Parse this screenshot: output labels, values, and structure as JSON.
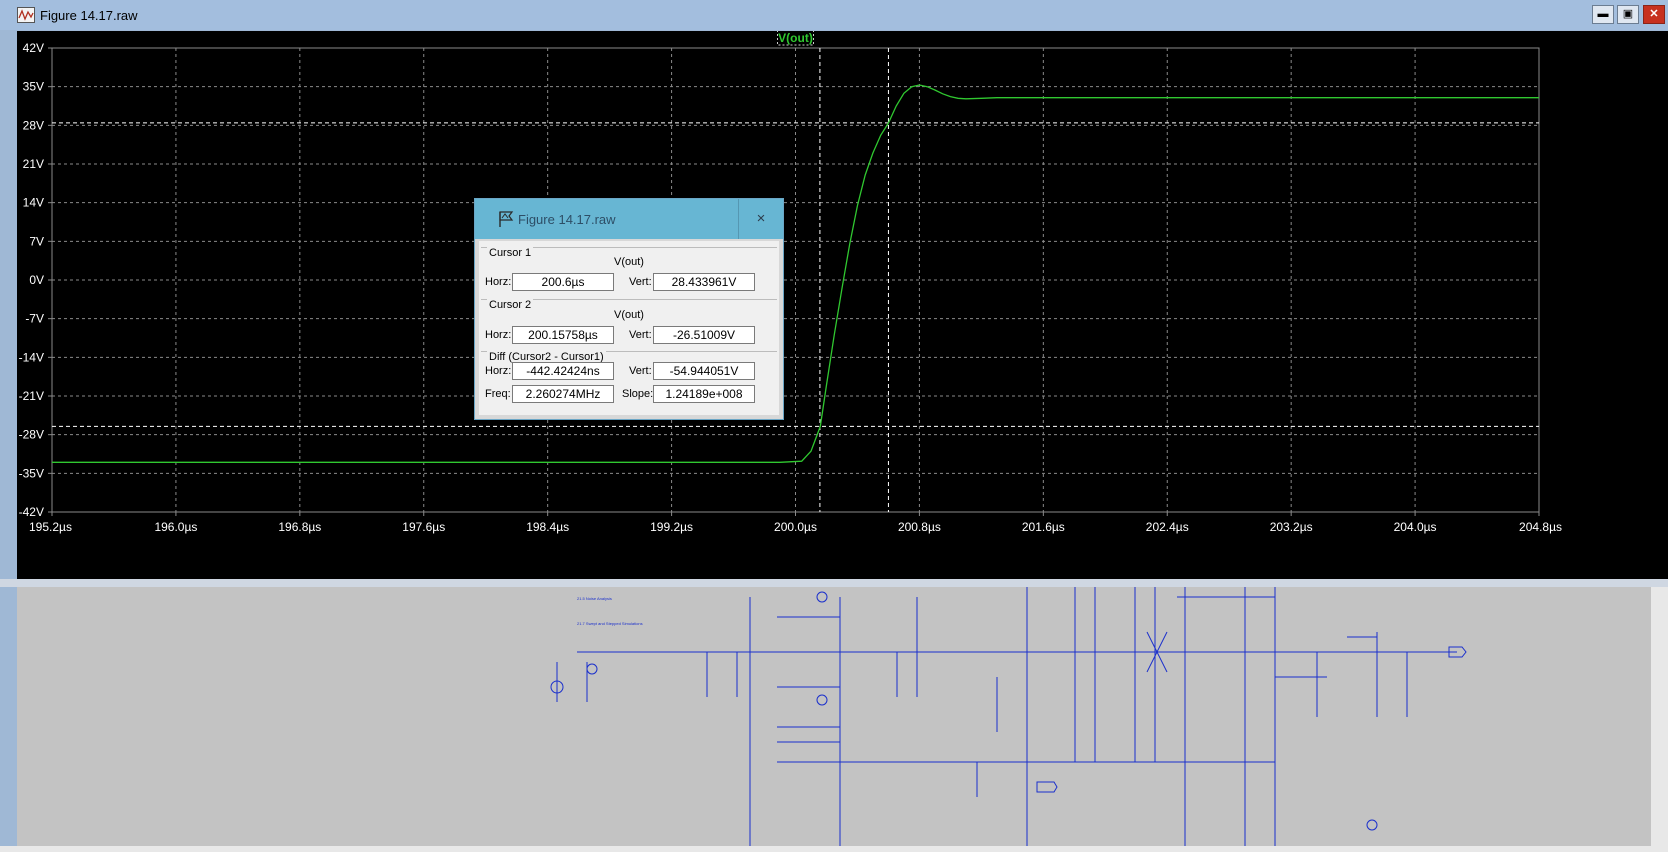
{
  "window": {
    "title": "Figure 14.17.raw",
    "minimize": "▬",
    "maximize": "▣",
    "close": "✕"
  },
  "colors": {
    "trace": "#30c830",
    "grid": "#8a8a8a",
    "axis_text": "#ffffff",
    "background": "#000000",
    "title_bar": "#a3bede"
  },
  "plot": {
    "trace_label": "V(out)"
  },
  "chart_data": {
    "type": "line",
    "title": "",
    "xlabel": "",
    "ylabel": "",
    "x_unit": "µs",
    "y_unit": "V",
    "xlim": [
      195.2,
      204.8
    ],
    "ylim": [
      -42,
      42
    ],
    "x_ticks": [
      "195.2µs",
      "196.0µs",
      "196.8µs",
      "197.6µs",
      "198.4µs",
      "199.2µs",
      "200.0µs",
      "200.8µs",
      "201.6µs",
      "202.4µs",
      "203.2µs",
      "204.0µs",
      "204.8µs"
    ],
    "y_ticks": [
      "42V",
      "35V",
      "28V",
      "21V",
      "14V",
      "7V",
      "0V",
      "-7V",
      "-14V",
      "-21V",
      "-28V",
      "-35V",
      "-42V"
    ],
    "grid": true,
    "series": [
      {
        "name": "V(out)",
        "x": [
          195.2,
          199.9,
          200.04,
          200.1,
          200.16,
          200.2,
          200.25,
          200.3,
          200.35,
          200.4,
          200.45,
          200.5,
          200.55,
          200.6,
          200.65,
          200.7,
          200.75,
          200.8,
          200.85,
          200.9,
          200.95,
          201.0,
          201.05,
          201.1,
          201.2,
          201.3,
          204.8
        ],
        "y": [
          -33.0,
          -33.0,
          -32.8,
          -31.0,
          -26.5,
          -19.0,
          -10.0,
          -1.5,
          6.5,
          13.5,
          19.0,
          23.0,
          26.2,
          28.4,
          31.5,
          33.8,
          35.0,
          35.3,
          35.0,
          34.4,
          33.7,
          33.2,
          32.9,
          32.8,
          32.9,
          33.0,
          33.0
        ]
      }
    ],
    "cursors": {
      "cursor1_x": 200.6,
      "cursor1_y": 28.433961,
      "cursor2_x": 200.15758,
      "cursor2_y": -26.51009
    }
  },
  "dialog": {
    "title": "Figure 14.17.raw",
    "close": "×",
    "cursor1": {
      "label": "Cursor 1",
      "signal": "V(out)",
      "horz_label": "Horz:",
      "horz": "200.6µs",
      "vert_label": "Vert:",
      "vert": "28.433961V"
    },
    "cursor2": {
      "label": "Cursor 2",
      "signal": "V(out)",
      "horz_label": "Horz:",
      "horz": "200.15758µs",
      "vert_label": "Vert:",
      "vert": "-26.51009V"
    },
    "diff": {
      "label": "Diff (Cursor2 - Cursor1)",
      "horz_label": "Horz:",
      "horz": "-442.42424ns",
      "vert_label": "Vert:",
      "vert": "-54.944051V",
      "freq_label": "Freq:",
      "freq": "2.260274MHz",
      "slope_label": "Slope:",
      "slope": "1.24189e+008"
    }
  }
}
